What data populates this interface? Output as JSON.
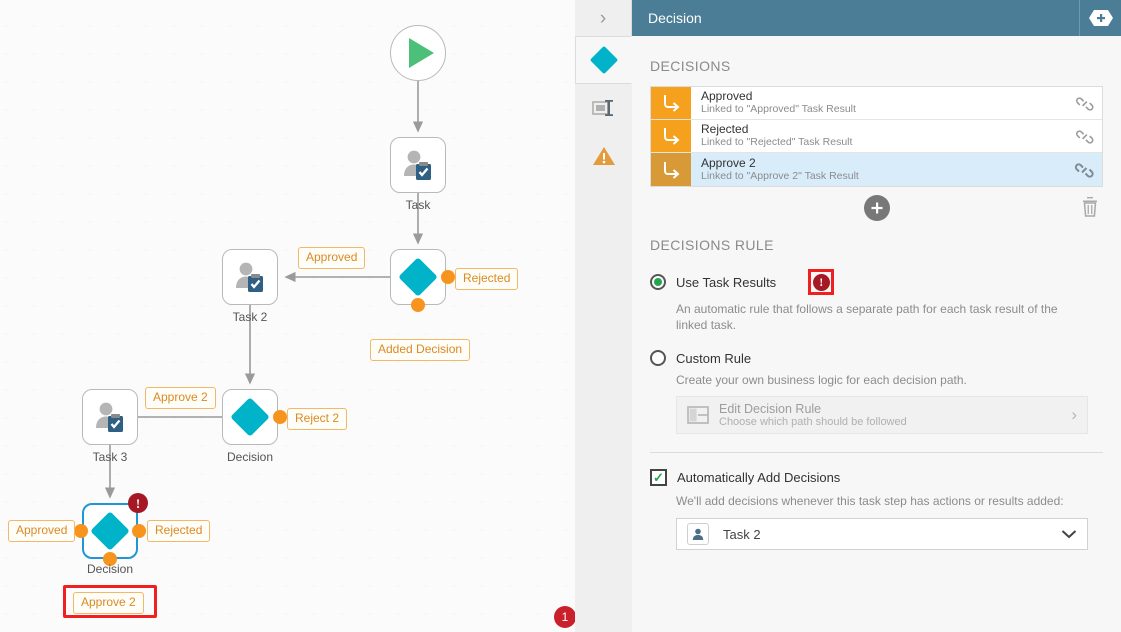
{
  "panel": {
    "header": {
      "title": "Decision",
      "collapse_icon": "chevron-right-icon",
      "add_icon": "add-badge-icon"
    },
    "tabs": [
      {
        "name": "decision-tab",
        "icon": "diamond-icon",
        "active": true
      },
      {
        "name": "properties-tab",
        "icon": "properties-icon",
        "active": false
      },
      {
        "name": "warnings-tab",
        "icon": "warning-triangle-icon",
        "active": false
      }
    ],
    "decisions_section": {
      "title": "DECISIONS",
      "rows": [
        {
          "name": "Approved",
          "sub": "Linked to \"Approved\" Task Result",
          "icon": "branch-arrow-icon",
          "link_icon": "link-icon",
          "selected": false
        },
        {
          "name": "Rejected",
          "sub": "Linked to \"Rejected\" Task Result",
          "icon": "branch-arrow-icon",
          "link_icon": "link-icon",
          "selected": false
        },
        {
          "name": "Approve 2",
          "sub": "Linked to \"Approve 2\" Task Result",
          "icon": "branch-arrow-icon",
          "link_icon": "link-icon",
          "selected": true
        }
      ],
      "add_icon": "plus-circle-icon",
      "delete_icon": "trash-icon"
    },
    "rule_section": {
      "title": "DECISIONS RULE",
      "option_use_task_results": {
        "label": "Use Task Results",
        "description": "An automatic rule that follows a separate path for each task result of the linked task.",
        "selected": true,
        "warning_icon": "error-exclamation-icon"
      },
      "option_custom_rule": {
        "label": "Custom Rule",
        "description": "Create your own business logic for each decision path.",
        "selected": false
      },
      "edit_decision_rule": {
        "title": "Edit Decision Rule",
        "subtitle": "Choose which path should be followed",
        "icon": "layout-table-icon",
        "chevron": "chevron-right-icon"
      }
    },
    "auto_add_section": {
      "checkbox_label": "Automatically Add Decisions",
      "checked": true,
      "description": "We'll add decisions whenever this task step has actions or results added:",
      "select": {
        "value": "Task 2",
        "icon": "person-icon",
        "chevron": "chevron-down-icon"
      }
    }
  },
  "canvas": {
    "nodes": [
      {
        "id": "start",
        "type": "start",
        "label": "",
        "icon": "play-icon"
      },
      {
        "id": "task1",
        "type": "task",
        "label": "Task",
        "icon": "task-person-icon"
      },
      {
        "id": "decision1",
        "type": "decision",
        "label": "",
        "icon": "diamond-icon"
      },
      {
        "id": "task2",
        "type": "task",
        "label": "Task 2",
        "icon": "task-person-icon"
      },
      {
        "id": "decision2",
        "type": "decision",
        "label": "Decision",
        "icon": "diamond-icon"
      },
      {
        "id": "task3",
        "type": "task",
        "label": "Task 3",
        "icon": "task-person-icon"
      },
      {
        "id": "decision3",
        "type": "decision",
        "label": "Decision",
        "icon": "diamond-icon",
        "selected": true,
        "error_badge": "!"
      }
    ],
    "edge_labels": [
      {
        "id": "approved-1",
        "text": "Approved"
      },
      {
        "id": "rejected-1",
        "text": "Rejected"
      },
      {
        "id": "added-decision",
        "text": "Added Decision"
      },
      {
        "id": "approve-2-mid",
        "text": "Approve 2"
      },
      {
        "id": "reject-2",
        "text": "Reject 2"
      },
      {
        "id": "approved-bottom",
        "text": "Approved"
      },
      {
        "id": "rejected-bottom",
        "text": "Rejected"
      },
      {
        "id": "approve-2-bottom",
        "text": "Approve 2",
        "highlighted": true
      }
    ],
    "badge_count": "1"
  },
  "colors": {
    "header_blue": "#4b7d97",
    "diamond_teal": "#00b3c8",
    "connector_orange": "#f7941e",
    "selection_blue": "#2196d6",
    "error_red": "#a61824",
    "highlight_red": "#f02020",
    "decision_row_orange": "#f5a11d",
    "green_radio": "#22a74f"
  }
}
